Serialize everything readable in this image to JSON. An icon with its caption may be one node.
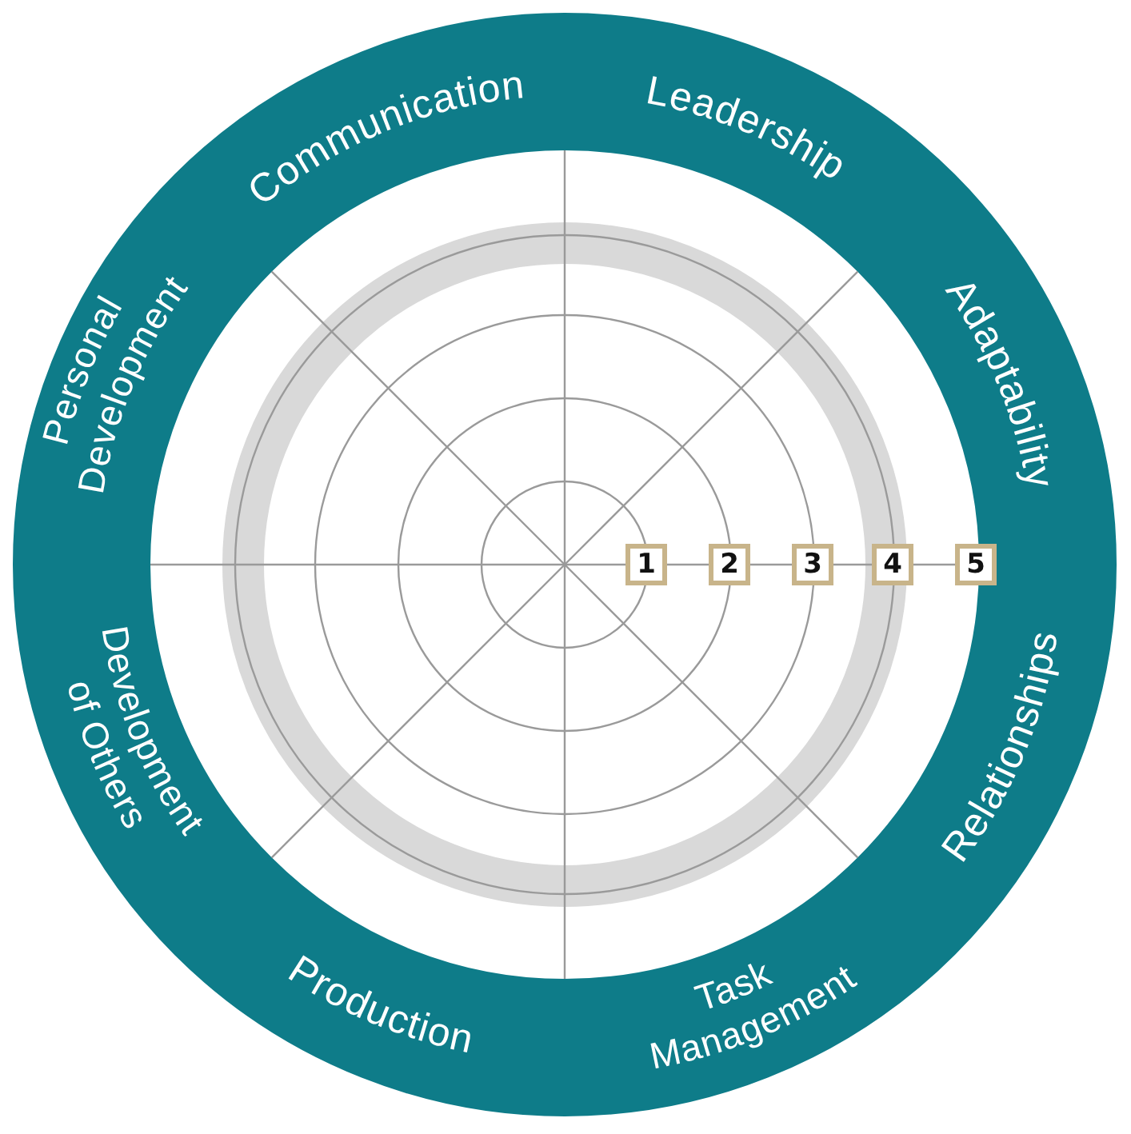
{
  "diagram": {
    "nodes": [
      {
        "text": [
          "1"
        ]
      },
      {
        "text": [
          "2"
        ]
      },
      {
        "text": [
          "3"
        ]
      },
      {
        "text": [
          "4"
        ]
      },
      {
        "text": [
          "5"
        ]
      }
    ],
    "labels": [
      "Communication",
      "Leadership",
      "Adaptability",
      "Relationships",
      "Task Management",
      "Production",
      "Development of Others",
      "Personal Development"
    ]
  }
}
